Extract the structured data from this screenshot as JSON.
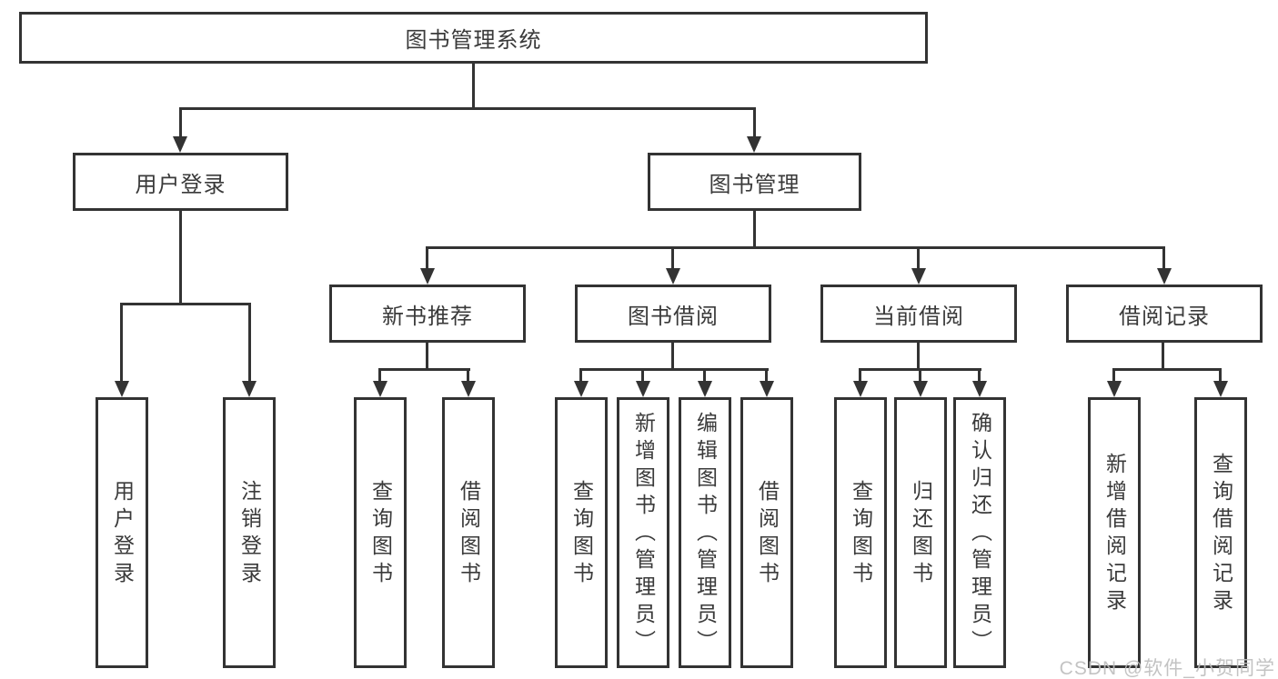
{
  "diagram": {
    "type": "hierarchy-tree",
    "colors": {
      "line": "#333333",
      "text": "#3a3a3a",
      "box_background": "#ffffff",
      "watermark": "#bdbdbd"
    },
    "tree": {
      "label": "图书管理系统",
      "children": [
        {
          "label": "用户登录",
          "children": [
            {
              "label": "用户登录"
            },
            {
              "label": "注销登录"
            }
          ]
        },
        {
          "label": "图书管理",
          "children": [
            {
              "label": "新书推荐",
              "children": [
                {
                  "label": "查询图书"
                },
                {
                  "label": "借阅图书"
                }
              ]
            },
            {
              "label": "图书借阅",
              "children": [
                {
                  "label": "查询图书"
                },
                {
                  "label": "新增图书（管理员）"
                },
                {
                  "label": "编辑图书（管理员）"
                },
                {
                  "label": "借阅图书"
                }
              ]
            },
            {
              "label": "当前借阅",
              "children": [
                {
                  "label": "查询图书"
                },
                {
                  "label": "归还图书"
                },
                {
                  "label": "确认归还（管理员）"
                }
              ]
            },
            {
              "label": "借阅记录",
              "children": [
                {
                  "label": "新增借阅记录"
                },
                {
                  "label": "查询借阅记录"
                }
              ]
            }
          ]
        }
      ]
    },
    "watermark": {
      "text": "CSDN @软件_小贺同学"
    }
  }
}
